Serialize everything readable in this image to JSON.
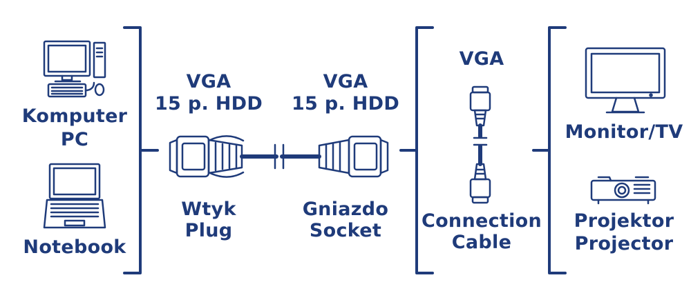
{
  "colors": {
    "primary": "#1f3b7a",
    "background": "#ffffff"
  },
  "sources": {
    "computer": {
      "line1": "Komputer",
      "line2": "PC",
      "icon": "desktop-computer-icon"
    },
    "notebook": {
      "label": "Notebook",
      "icon": "laptop-icon"
    }
  },
  "cable": {
    "plug_end": {
      "spec1": "VGA",
      "spec2": "15 p. HDD",
      "name1": "Wtyk",
      "name2": "Plug",
      "icon": "vga-plug-connector-icon"
    },
    "socket_end": {
      "spec1": "VGA",
      "spec2": "15 p. HDD",
      "name1": "Gniazdo",
      "name2": "Socket",
      "icon": "vga-socket-connector-icon"
    },
    "connection": {
      "spec": "VGA",
      "line1": "Connection",
      "line2": "Cable",
      "icon": "vga-cable-icon"
    }
  },
  "targets": {
    "monitor": {
      "label": "Monitor/TV",
      "icon": "monitor-icon"
    },
    "projector": {
      "line1": "Projektor",
      "line2": "Projector",
      "icon": "projector-icon"
    }
  }
}
